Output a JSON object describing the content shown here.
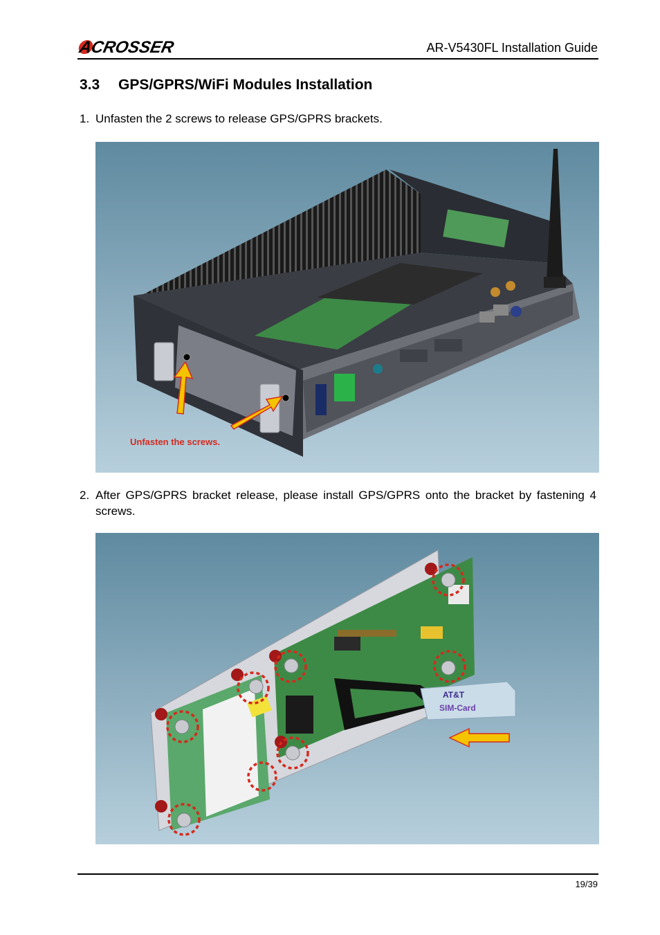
{
  "header": {
    "logo_text": "ACROSSER",
    "title": "AR-V5430FL Installation Guide"
  },
  "section": {
    "number": "3.3",
    "title": "GPS/GPRS/WiFi Modules Installation"
  },
  "steps": [
    {
      "number": "1.",
      "text": "Unfasten the 2 screws to release GPS/GPRS brackets."
    },
    {
      "number": "2.",
      "text": "After GPS/GPRS bracket release, please install GPS/GPRS onto the bracket by fastening 4 screws."
    }
  ],
  "figure1": {
    "annotation": "Unfasten the screws."
  },
  "figure2": {
    "card_line1": "AT&T",
    "card_line2": "SIM-Card"
  },
  "footer": {
    "page": "19/39"
  },
  "colors": {
    "annotation_red": "#d42a1e",
    "arrow_yellow": "#f5c400",
    "pcb_green": "#3d8a46",
    "sky_top": "#5f8aa0",
    "sky_bottom": "#b7cfdc"
  }
}
